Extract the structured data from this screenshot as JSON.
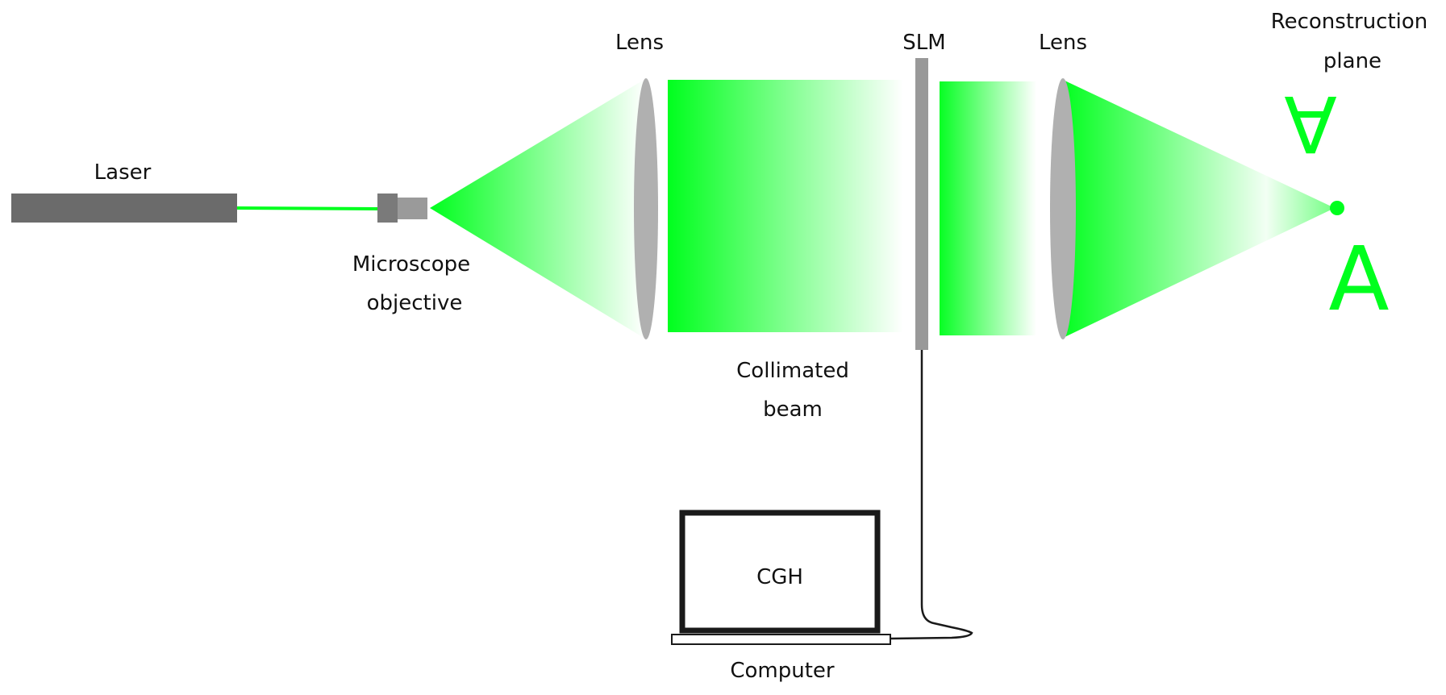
{
  "labels": {
    "laser": "Laser",
    "objective_line1": "Microscope",
    "objective_line2": "objective",
    "lens1": "Lens",
    "slm": "SLM",
    "lens2": "Lens",
    "reconstruction_line1": "Reconstruction",
    "reconstruction_line2": "plane",
    "collimated_line1": "Collimated",
    "collimated_line2": "beam",
    "screen_text": "CGH",
    "computer": "Computer",
    "letter_upright": "A",
    "letter_inverted": "A"
  },
  "colors": {
    "beam": "#00ff1e",
    "laser_body": "#6b6b6b",
    "lens": "#b0b0b0",
    "slm": "#999999",
    "outline": "#1a1a1a"
  }
}
